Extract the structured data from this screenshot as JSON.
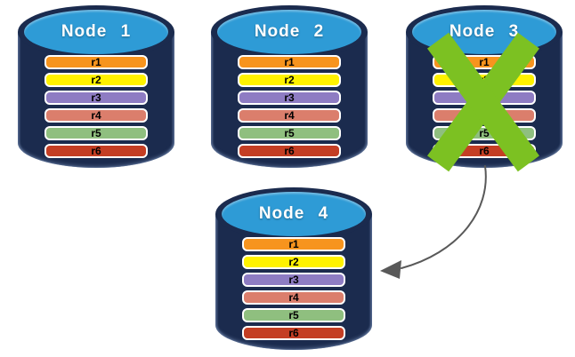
{
  "diagram": {
    "rows": [
      "r1",
      "r2",
      "r3",
      "r4",
      "r5",
      "r6"
    ],
    "row_colors": [
      "#F7941E",
      "#FFF200",
      "#8E7CC3",
      "#DB7E6C",
      "#8FBF7F",
      "#C43E24"
    ],
    "nodes": [
      {
        "label": "Node 1",
        "failed": false
      },
      {
        "label": "Node 2",
        "failed": false
      },
      {
        "label": "Node 3",
        "failed": true
      },
      {
        "label": "Node 4",
        "failed": false
      }
    ],
    "arrow": {
      "from": "Node 3",
      "to": "Node 4"
    },
    "colors": {
      "cylinder_body": "#1B2B4E",
      "cylinder_top": "#2E9BD6",
      "failure_x": "#7CC122",
      "arrow": "#595959",
      "row_text": "#000000",
      "node_label_text": "#FFFFFF",
      "row_border": "#FFFFFF",
      "background": "#FFFFFF"
    }
  }
}
